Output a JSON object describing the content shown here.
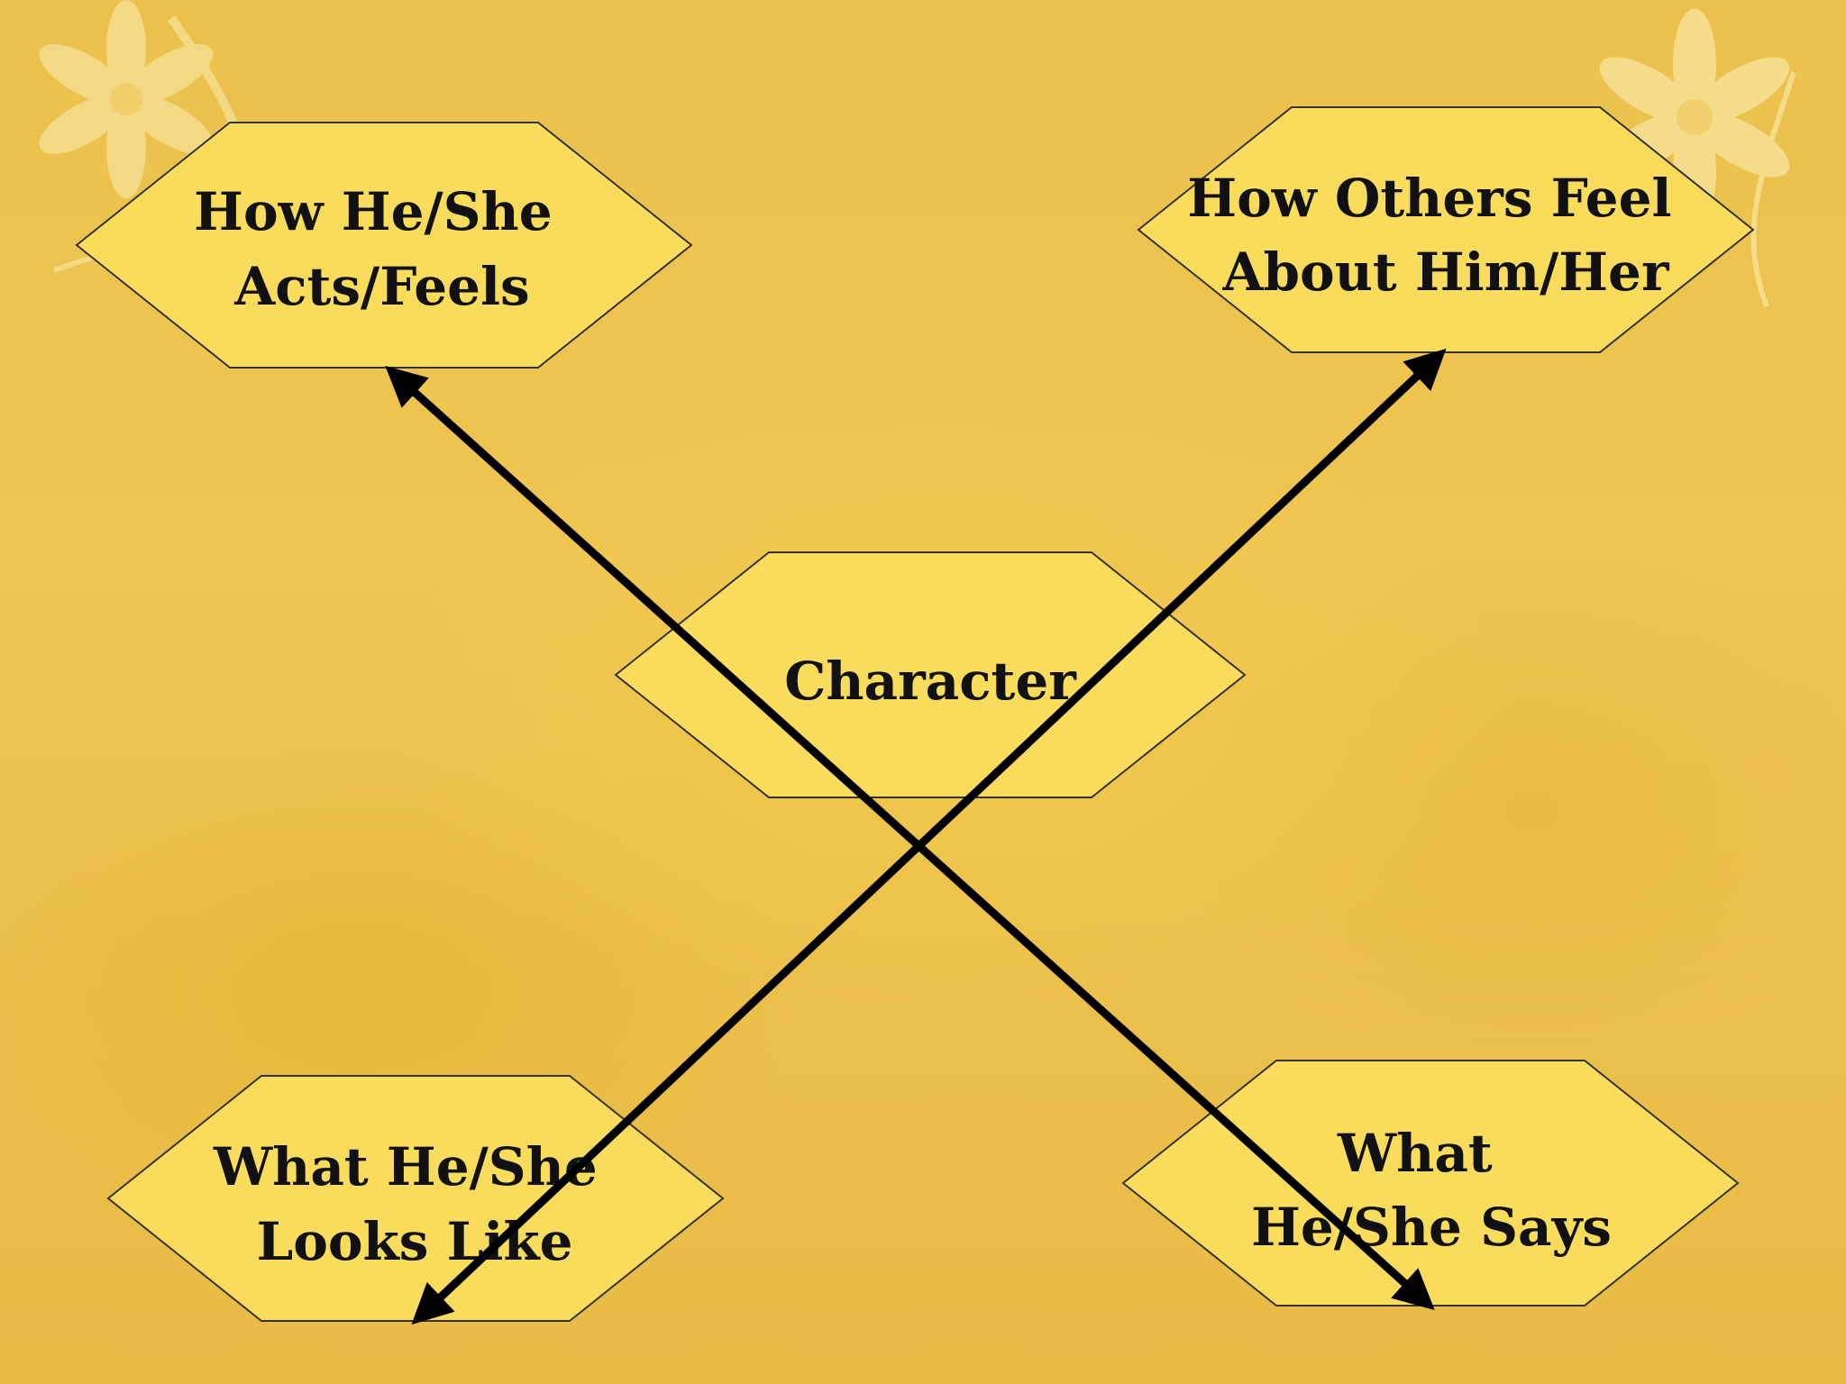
{
  "diagram": {
    "center": {
      "label": "Character"
    },
    "nodes": [
      {
        "id": "top-left",
        "lines": [
          "How He/She",
          "Acts/Feels"
        ]
      },
      {
        "id": "top-right",
        "lines": [
          "How Others Feel",
          "About Him/Her"
        ]
      },
      {
        "id": "bottom-left",
        "lines": [
          "What He/She",
          "Looks Like"
        ]
      },
      {
        "id": "bottom-right",
        "lines": [
          "What",
          "He/She Says"
        ]
      }
    ]
  },
  "colors": {
    "hexagon_fill": "#f9dc5c",
    "hexagon_stroke": "#333333",
    "arrow": "#000000",
    "background": "#ebc14c"
  }
}
